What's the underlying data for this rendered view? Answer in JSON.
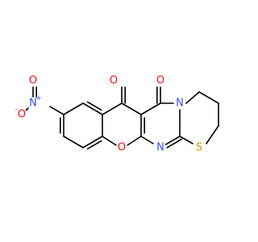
{
  "colors": {
    "bond": "#000000",
    "carbon": "#000000",
    "oxygen": "#ff0d0d",
    "nitrogen": "#3050f8",
    "sulfur": "#c6a000"
  },
  "atoms": [
    {
      "id": "o-nitro-top",
      "label": "O",
      "element": "O"
    },
    {
      "id": "o-nitro-minus",
      "label": "O",
      "element": "O",
      "charge": "-"
    },
    {
      "id": "n-nitro",
      "label": "N",
      "element": "N",
      "charge": "+"
    },
    {
      "id": "o-ketone-1",
      "label": "O",
      "element": "O"
    },
    {
      "id": "o-ketone-2",
      "label": "O",
      "element": "O"
    },
    {
      "id": "o-pyran",
      "label": "O",
      "element": "O"
    },
    {
      "id": "n-imine",
      "label": "N",
      "element": "N"
    },
    {
      "id": "n-ring",
      "label": "N",
      "element": "N"
    },
    {
      "id": "s-thiazine",
      "label": "S",
      "element": "S"
    }
  ]
}
